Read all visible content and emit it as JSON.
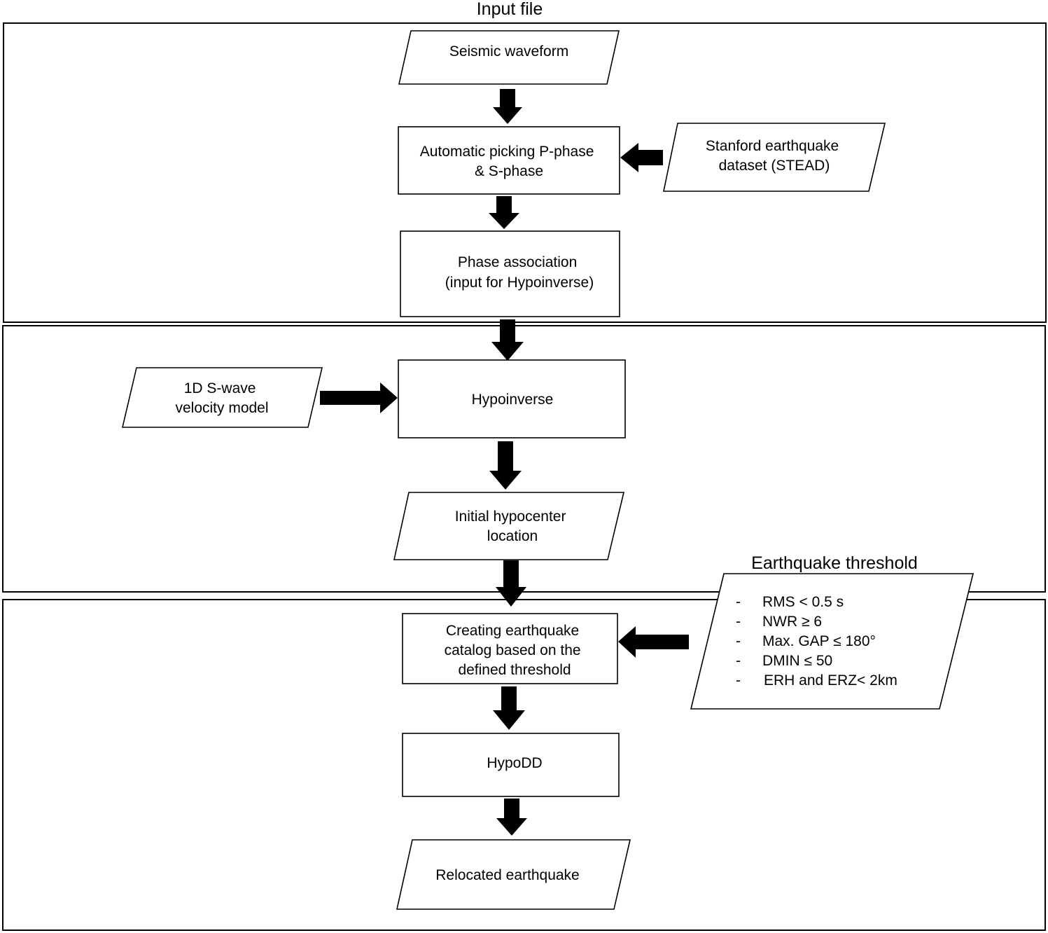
{
  "sections": {
    "input_title": "Input file",
    "threshold_title": "Earthquake threshold"
  },
  "nodes": {
    "seismic_waveform": [
      "Seismic waveform"
    ],
    "auto_picking": [
      "Automatic picking P-phase",
      "& S-phase"
    ],
    "stead": [
      "Stanford  earthquake",
      "dataset (STEAD)"
    ],
    "phase_association": [
      "Phase association",
      "(input for Hypoinverse)"
    ],
    "velocity_model": [
      "1D S-wave",
      "velocity model"
    ],
    "hypoinverse": [
      "Hypoinverse"
    ],
    "initial_location": [
      "Initial hypocenter",
      "location"
    ],
    "catalog": [
      "Creating earthquake",
      "catalog based on the",
      "defined threshold"
    ],
    "hypodd": [
      "HypoDD"
    ],
    "relocated": [
      "Relocated earthquake"
    ]
  },
  "threshold_criteria": [
    "RMS < 0.5 s",
    "NWR ≥ 6",
    "Max. GAP ≤ 180°",
    "DMIN ≤ 50",
    "ERH and ERZ< 2km"
  ],
  "bullet": "-"
}
